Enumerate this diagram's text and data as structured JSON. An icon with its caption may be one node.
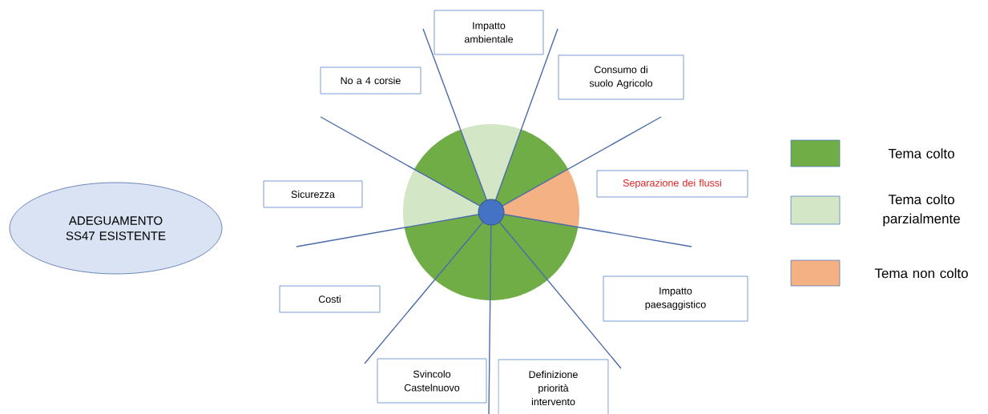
{
  "diagram": {
    "nodes": [
      {
        "text": [
          "Impatto ambientale"
        ]
      },
      {
        "text": [
          "No a 4 corsie"
        ]
      },
      {
        "text": [
          "Consumo di suolo Agricolo"
        ]
      },
      {
        "text": [
          "Separazione dei flussi"
        ]
      },
      {
        "text": [
          "Sicurezza"
        ]
      },
      {
        "text": [
          "ADEGUAMENTO SS47 ESISTENTE"
        ]
      },
      {
        "text": [
          "Costi"
        ]
      },
      {
        "text": [
          "Impatto paesaggistico"
        ]
      },
      {
        "text": [
          "Svincolo Castelnuovo"
        ]
      },
      {
        "text": [
          "Definizione priorità intervento"
        ]
      }
    ],
    "legend": [
      {
        "text": "Tema colto",
        "color": "#70ad47"
      },
      {
        "text": "Tema colto parzialmente",
        "color": "#d3e6c6"
      },
      {
        "text": "Tema non colto",
        "color": "#f4b183"
      }
    ]
  }
}
